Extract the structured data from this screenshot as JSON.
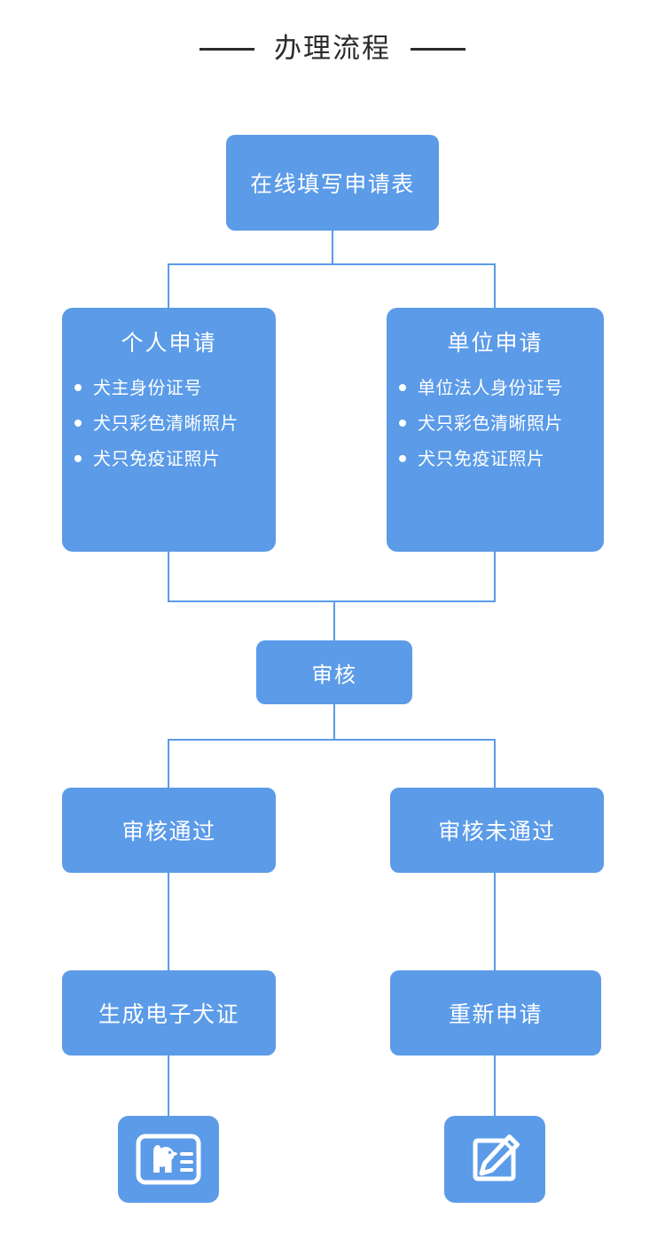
{
  "page": {
    "background_color": "#ffffff",
    "accent_color": "#5b9be8",
    "title_color": "#2b2b2b"
  },
  "header": {
    "title": "办理流程",
    "rule_left": "",
    "rule_right": ""
  },
  "flow": {
    "start": {
      "label": "在线填写申请表"
    },
    "branches": [
      {
        "name": "personal",
        "title": "个人申请",
        "items": [
          "犬主身份证号",
          "犬只彩色清晰照片",
          "犬只免疫证照片"
        ]
      },
      {
        "name": "unit",
        "title": "单位申请",
        "items": [
          "单位法人身份证号",
          "犬只彩色清晰照片",
          "犬只免疫证照片"
        ]
      }
    ],
    "review": {
      "label": "审核"
    },
    "outcomes": [
      {
        "name": "approved",
        "label": "审核通过"
      },
      {
        "name": "rejected",
        "label": "审核未通过"
      }
    ],
    "results": [
      {
        "name": "generate-cert",
        "label": "生成电子犬证"
      },
      {
        "name": "reapply",
        "label": "重新申请"
      }
    ],
    "icons": [
      {
        "name": "dog-license-card-icon"
      },
      {
        "name": "edit-pencil-icon"
      }
    ]
  }
}
